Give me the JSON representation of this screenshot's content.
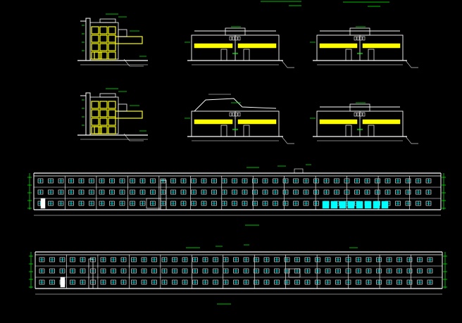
{
  "canvas": {
    "background": "#000000"
  },
  "colors": {
    "line": "#ffffff",
    "accent": "#00ff00",
    "fill": "#ffff00",
    "window": "#00ffff",
    "dim": "#c8c8c8"
  },
  "drawing": {
    "type": "cad-building-elevations",
    "views": [
      {
        "id": "top-left-section",
        "kind": "stair-section"
      },
      {
        "id": "top-middle-section",
        "kind": "building-section"
      },
      {
        "id": "top-right-section",
        "kind": "building-section"
      },
      {
        "id": "middle-left-section",
        "kind": "stair-section"
      },
      {
        "id": "middle-middle-section",
        "kind": "building-section"
      },
      {
        "id": "middle-right-section",
        "kind": "building-section"
      },
      {
        "id": "front-elevation",
        "kind": "long-elevation"
      },
      {
        "id": "rear-elevation",
        "kind": "long-elevation"
      }
    ]
  }
}
